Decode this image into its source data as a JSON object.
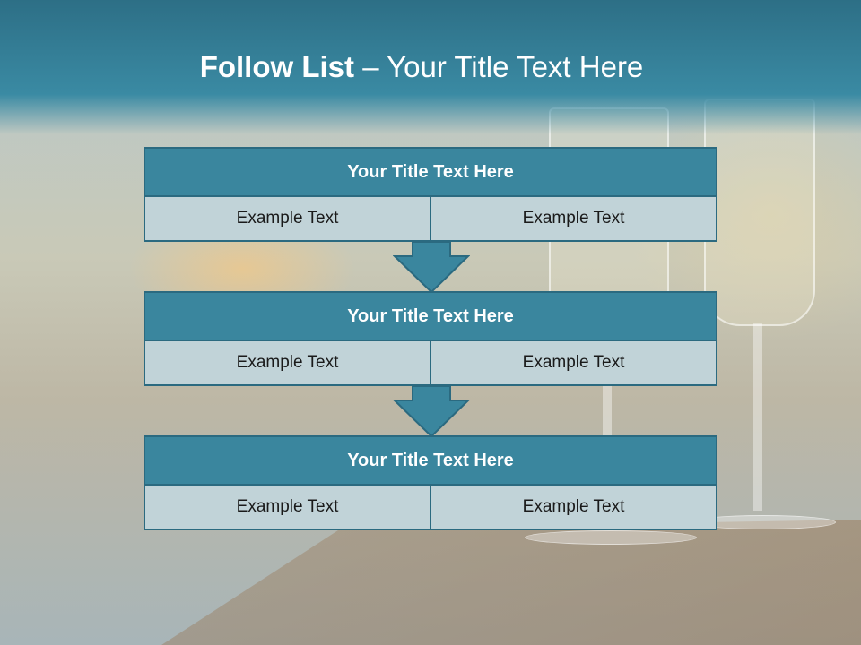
{
  "header": {
    "title_bold": "Follow List",
    "title_rest": " – Your Title Text Here"
  },
  "steps": [
    {
      "title": "Your Title Text Here",
      "cells": [
        "Example Text",
        "Example Text"
      ]
    },
    {
      "title": "Your Title Text Here",
      "cells": [
        "Example Text",
        "Example Text"
      ]
    },
    {
      "title": "Your Title Text Here",
      "cells": [
        "Example Text",
        "Example Text"
      ]
    }
  ],
  "colors": {
    "accent": "#3a869e",
    "border": "#2b6a80",
    "cell": "#c1d3d8"
  }
}
